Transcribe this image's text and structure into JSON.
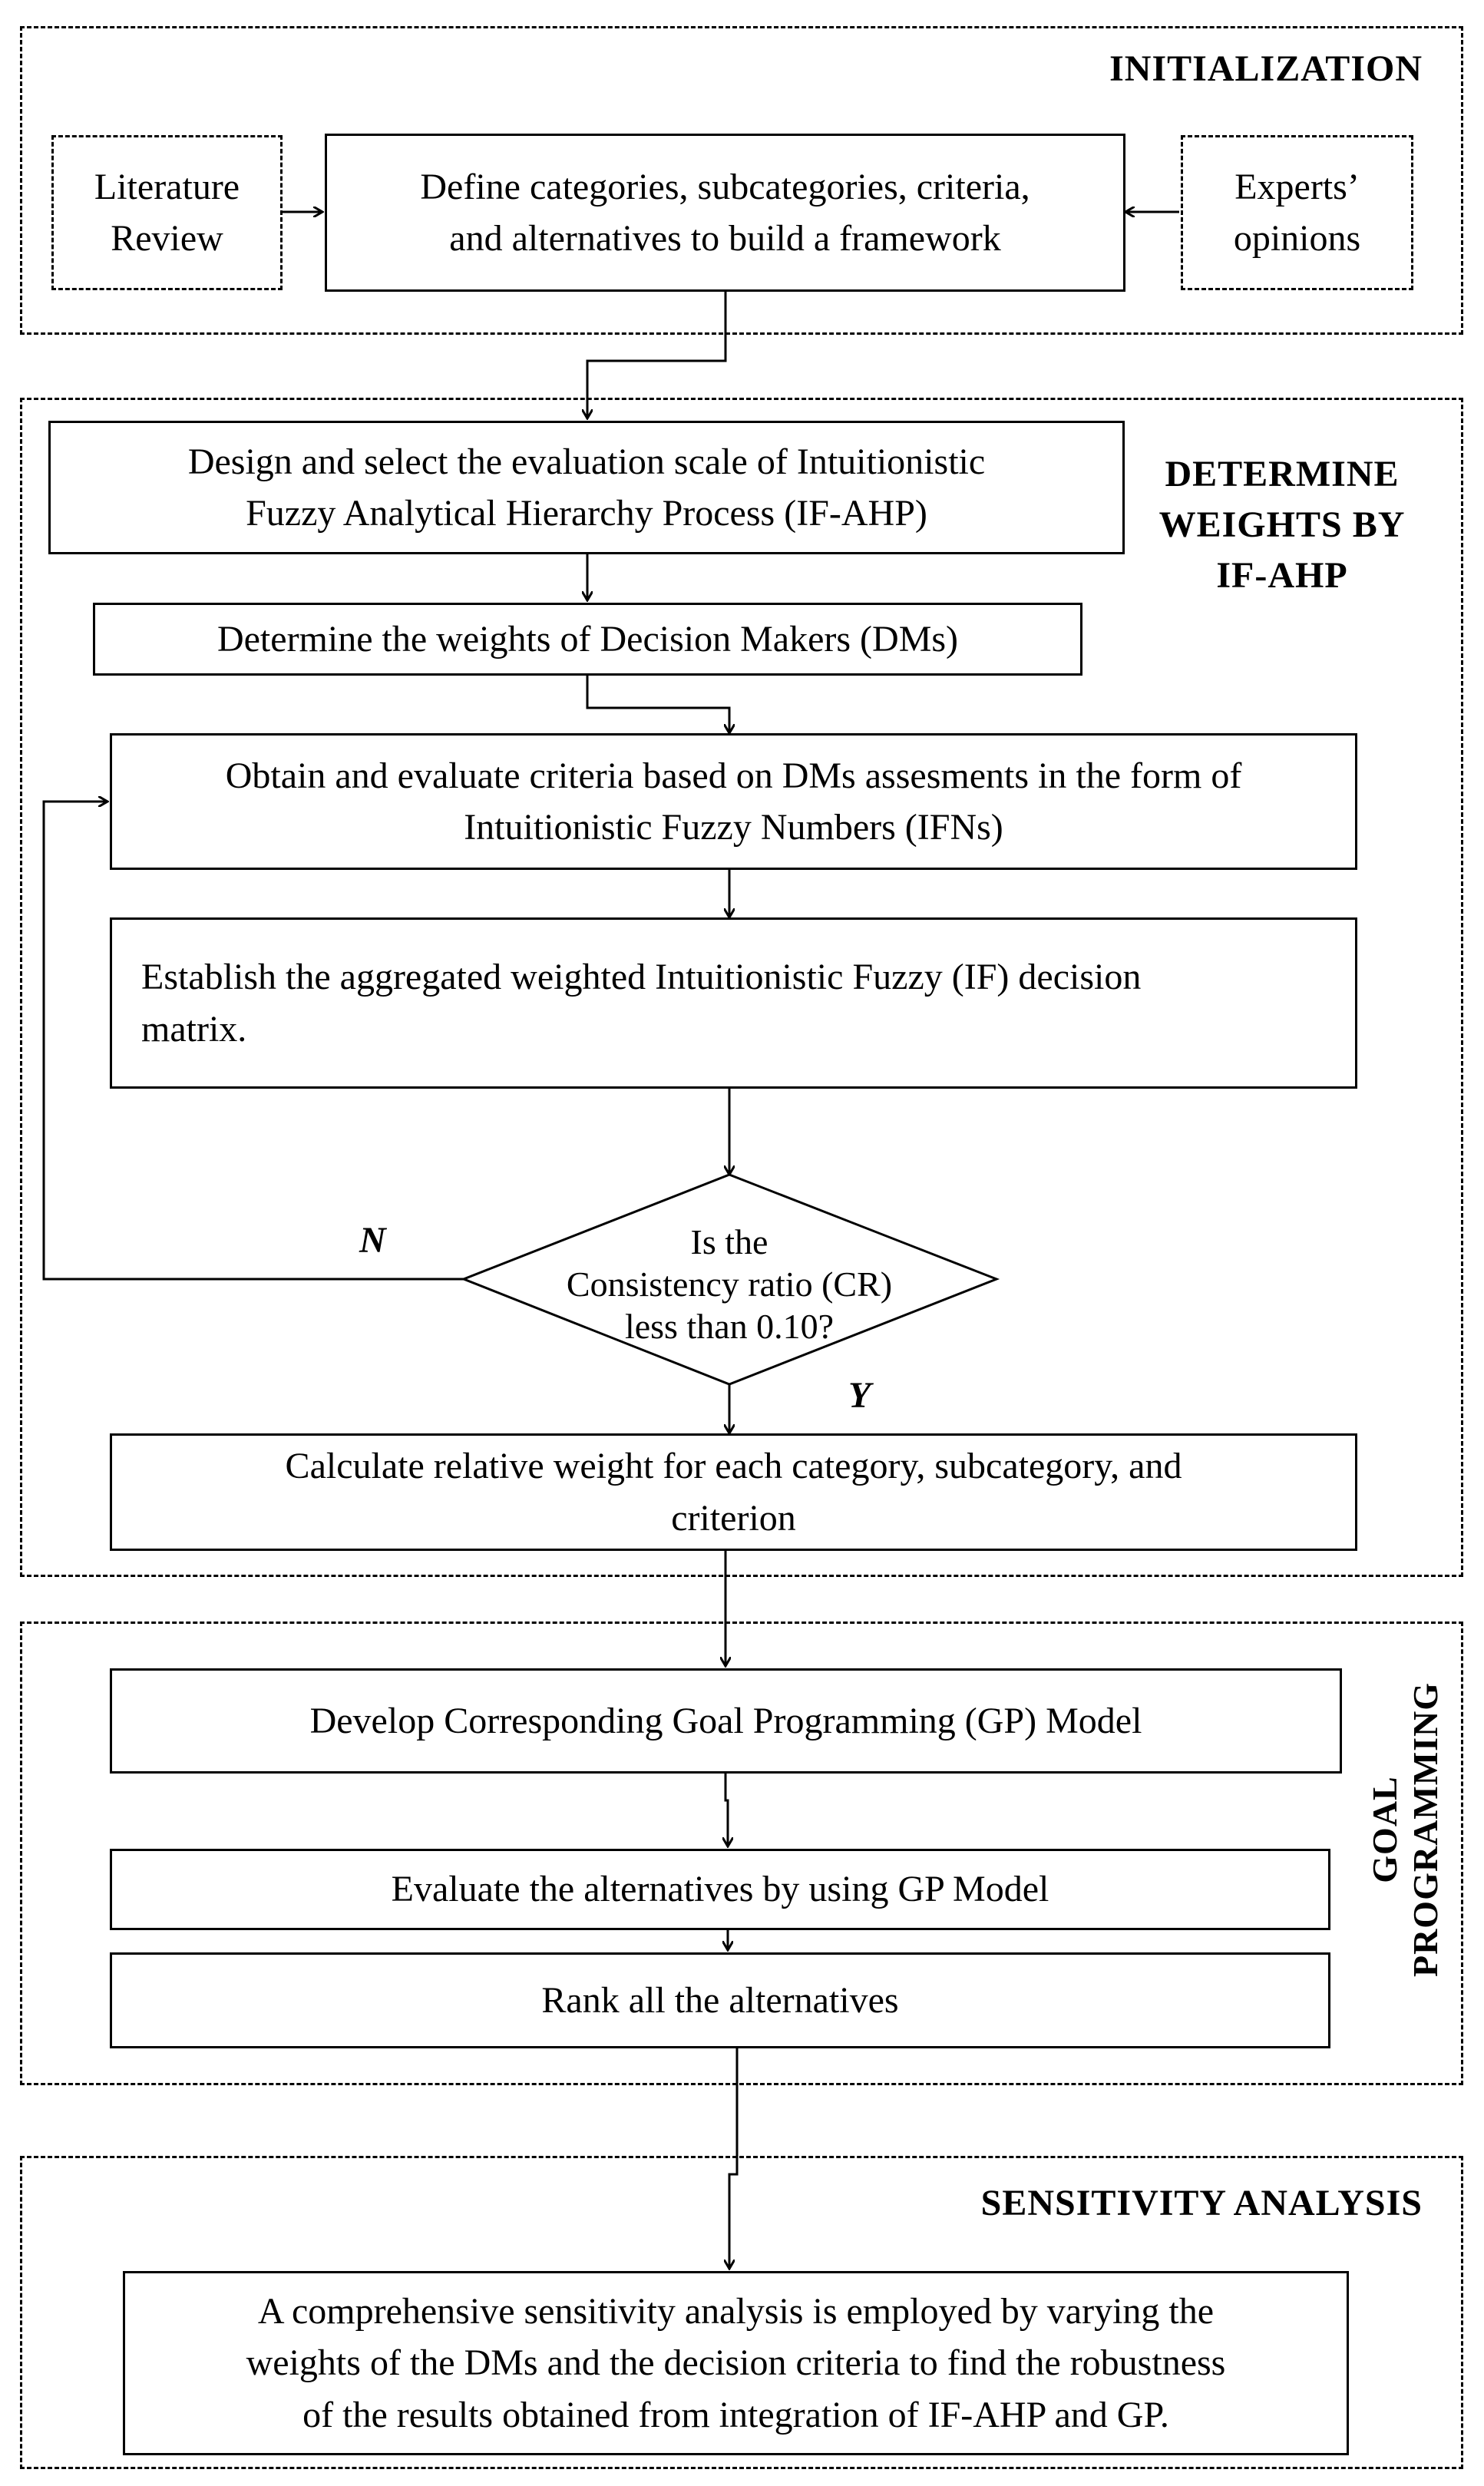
{
  "phases": {
    "initialization": "INITIALIZATION",
    "weights": "DETERMINE\nWEIGHTS BY\nIF-AHP",
    "goal": "GOAL\nPROGRAMMING",
    "sensitivity": "SENSITIVITY ANALYSIS"
  },
  "init": {
    "literature": "Literature\nReview",
    "define": "Define categories, subcategories, criteria,\nand alternatives to build a framework",
    "experts": "Experts’\nopinions"
  },
  "weights": {
    "design": "Design and select the evaluation scale of Intuitionistic\nFuzzy Analytical Hierarchy Process (IF-AHP)",
    "dm_weights": "Determine the weights of Decision Makers (DMs)",
    "obtain": "Obtain and evaluate criteria based on DMs assesments in the form of\nIntuitionistic Fuzzy Numbers (IFNs)",
    "establish": "Establish the aggregated weighted Intuitionistic Fuzzy (IF) decision\nmatrix.",
    "decision": "Is the\nConsistency ratio (CR)\nless than 0.10?",
    "no_label": "N",
    "yes_label": "Y",
    "calculate": "Calculate relative weight for each category, subcategory, and\ncriterion"
  },
  "goal": {
    "develop": "Develop Corresponding Goal Programming (GP) Model",
    "evaluate": "Evaluate the alternatives by using GP Model",
    "rank": "Rank all the alternatives"
  },
  "sensitivity": {
    "text": "A comprehensive sensitivity analysis is employed by varying the\nweights of the DMs and the decision criteria to find the robustness\nof the results obtained from integration of IF-AHP and GP."
  }
}
